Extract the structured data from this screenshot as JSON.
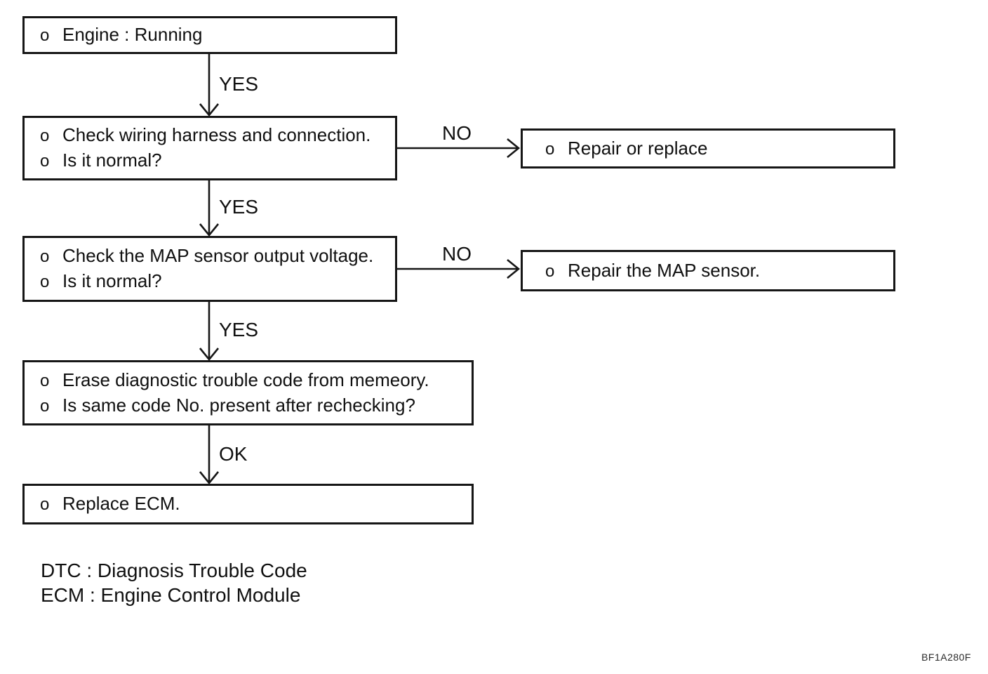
{
  "page": {
    "background": "#ffffff",
    "ink": "#161616",
    "figure_code": "BF1A280F"
  },
  "flow": {
    "nodes": [
      {
        "name": "engine-running",
        "lines": [
          {
            "bullet": "o",
            "text": "Engine : Running"
          }
        ]
      },
      {
        "name": "check-wiring",
        "lines": [
          {
            "bullet": "o",
            "text": "Check wiring harness and connection."
          },
          {
            "bullet": "o",
            "text": "Is it normal?"
          }
        ]
      },
      {
        "name": "repair-or-replace",
        "lines": [
          {
            "bullet": "o",
            "text": "Repair or replace"
          }
        ]
      },
      {
        "name": "check-map-sensor",
        "lines": [
          {
            "bullet": "o",
            "text": "Check the MAP sensor output voltage."
          },
          {
            "bullet": "o",
            "text": "Is it normal?"
          }
        ]
      },
      {
        "name": "repair-map-sensor",
        "lines": [
          {
            "bullet": "o",
            "text": "Repair the MAP sensor."
          }
        ]
      },
      {
        "name": "erase-dtc",
        "lines": [
          {
            "bullet": "o",
            "text": "Erase diagnostic trouble code from memeory."
          },
          {
            "bullet": "o",
            "text": "Is same code No. present after rechecking?"
          }
        ]
      },
      {
        "name": "replace-ecm",
        "lines": [
          {
            "bullet": "o",
            "text": "Replace ECM."
          }
        ]
      }
    ],
    "edge_labels": {
      "yes1": "YES",
      "no1": "NO",
      "yes2": "YES",
      "no2": "NO",
      "yes3": "YES",
      "ok": "OK"
    }
  },
  "footnotes": [
    "DTC : Diagnosis Trouble Code",
    "ECM : Engine Control Module"
  ]
}
